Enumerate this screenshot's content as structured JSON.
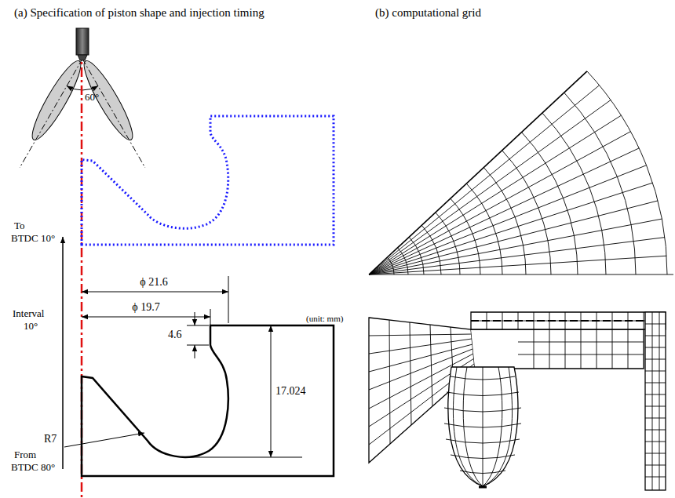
{
  "diagram": {
    "labels": [
      "(a) Specification of piston shape and injection timing",
      "(b) computational grid",
      "60°",
      "To",
      "BTDC 10°",
      "Interval",
      "10°",
      "From",
      "BTDC 80°",
      "ϕ 21.6",
      "ϕ 19.7",
      "4.6",
      "(unit: mm)",
      "17.024",
      "R7"
    ]
  }
}
